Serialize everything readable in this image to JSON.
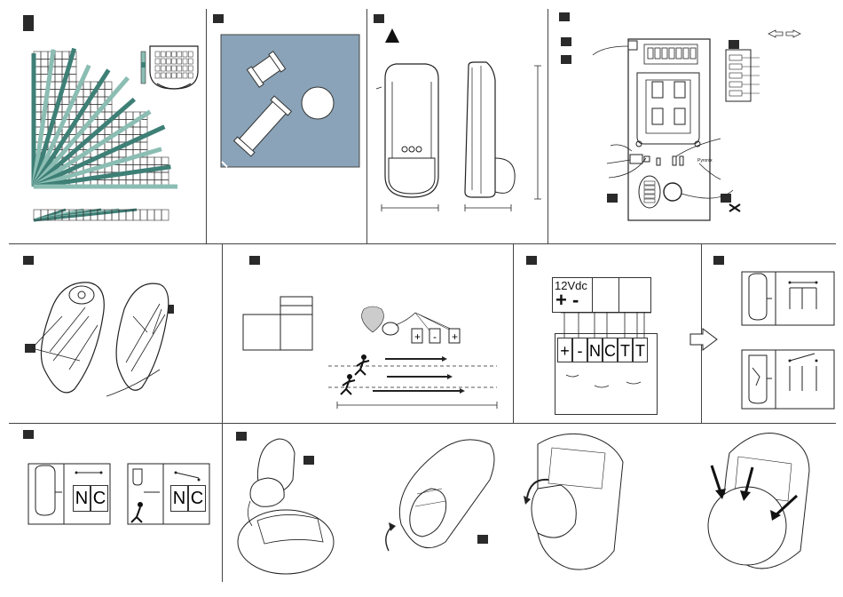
{
  "wiring": {
    "supply_label": "12Vdc",
    "plus": "+",
    "minus": "-",
    "terminals": [
      "+",
      "-",
      "N",
      "C",
      "T",
      "T"
    ]
  },
  "nc_labels": [
    "N",
    "C"
  ],
  "polarity_labels": [
    "+",
    "-",
    "+"
  ],
  "brand_text": "Pyronix",
  "colors": {
    "line": "#222222",
    "teal": "#3e7f76",
    "teal_light": "#8bbdb3",
    "floor": "#8aa3b8",
    "badge": "#2a2a2a"
  }
}
